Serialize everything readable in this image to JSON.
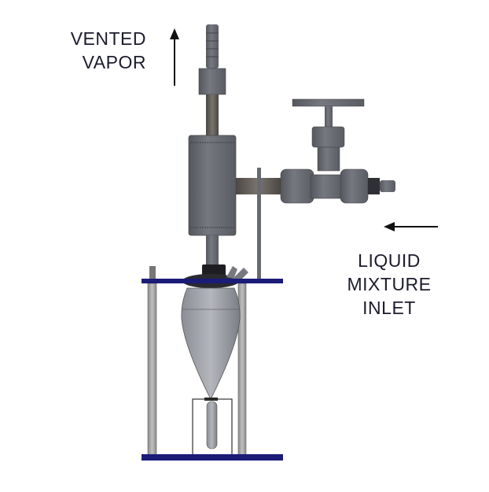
{
  "labels": {
    "vented_vapor": [
      "VENTED",
      "VAPOR"
    ],
    "liquid_inlet": [
      "LIQUID",
      "MIXTURE",
      "INLET"
    ]
  },
  "colors": {
    "metal": "#6b6d75",
    "rod": "#5f5a55",
    "plate": "#1b1b78",
    "text": "#1c1c2e"
  }
}
